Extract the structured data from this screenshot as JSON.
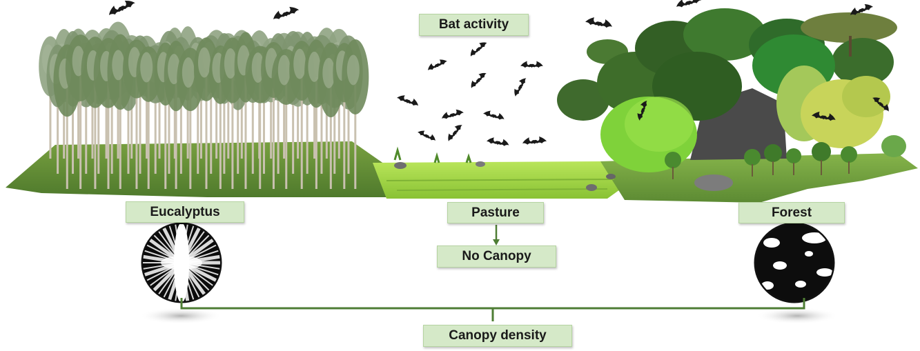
{
  "title": "Bat activity",
  "habitats": {
    "eucalyptus": "Eucalyptus",
    "pasture": "Pasture",
    "forest": "Forest"
  },
  "pasture_result": "No Canopy",
  "axis_label": "Canopy density",
  "colors": {
    "label_fill": "#d5e9c8",
    "connector": "#4e7d34",
    "grass_dark": "#5f8a35",
    "grass_light": "#a6d84a",
    "bat": "#1a1a1a"
  }
}
